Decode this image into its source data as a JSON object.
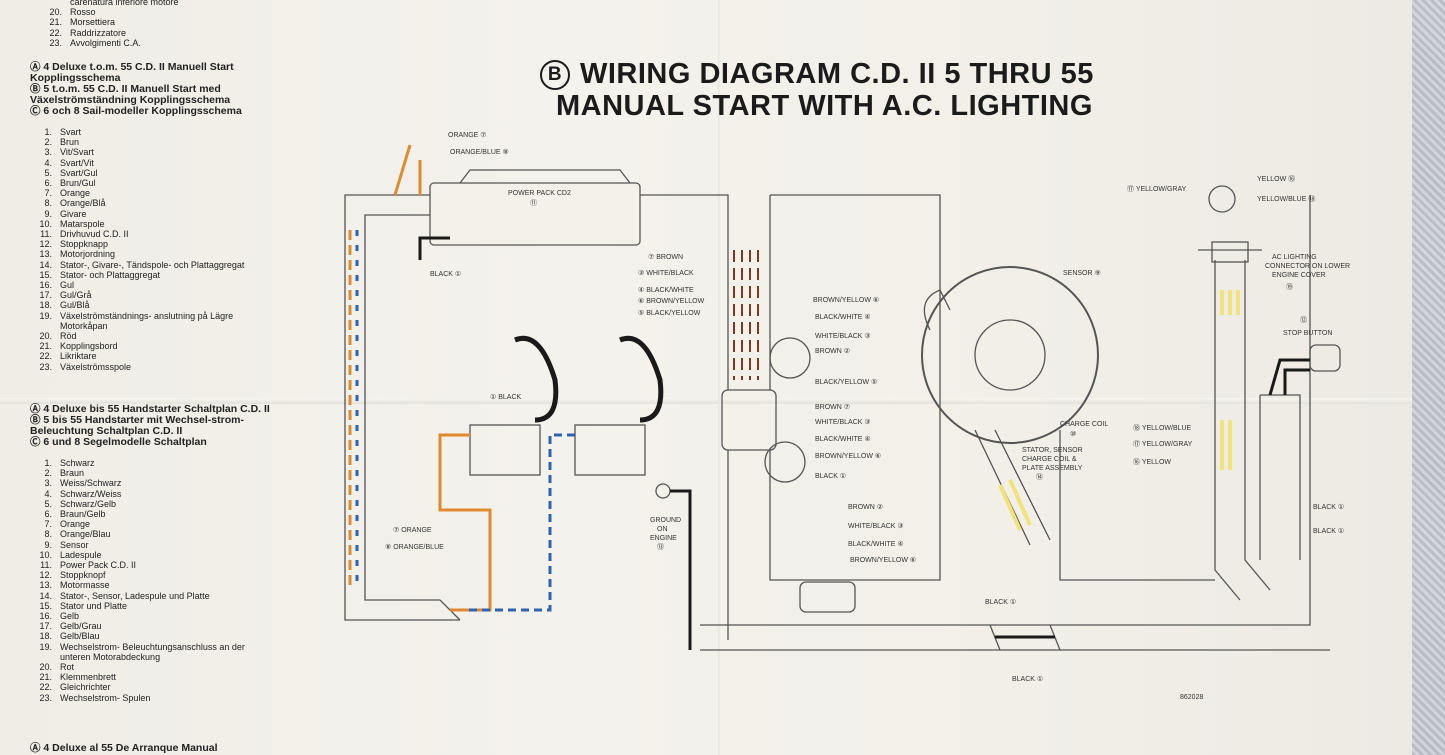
{
  "italian_tail": [
    "carenatura inferiore motore"
  ],
  "italian_items": [
    [
      "20.",
      "Rosso"
    ],
    [
      "21.",
      "Morsettiera"
    ],
    [
      "22.",
      "Raddrizzatore"
    ],
    [
      "23.",
      "Avvolgimenti C.A."
    ]
  ],
  "swedish": {
    "headers": [
      "Ⓐ 4 Deluxe t.o.m. 55 C.D. II Manuell Start Kopplingsschema",
      "Ⓑ 5 t.o.m. 55 C.D. II Manuell Start med Växelströmständning Kopplingsschema",
      "Ⓒ 6 och 8 Sail-modeller Kopplingsschema"
    ],
    "items": [
      [
        "1.",
        "Svart"
      ],
      [
        "2.",
        "Brun"
      ],
      [
        "3.",
        "Vit/Svart"
      ],
      [
        "4.",
        "Svart/Vit"
      ],
      [
        "5.",
        "Svart/Gul"
      ],
      [
        "6.",
        "Brun/Gul"
      ],
      [
        "7.",
        "Orange"
      ],
      [
        "8.",
        "Orange/Blå"
      ],
      [
        "9.",
        "Givare"
      ],
      [
        "10.",
        "Matarspole"
      ],
      [
        "11.",
        "Drivhuvud C.D. II"
      ],
      [
        "12.",
        "Stoppknapp"
      ],
      [
        "13.",
        "Motorjordning"
      ],
      [
        "14.",
        "Stator-, Givare-, Tändspole- och Plattaggregat"
      ],
      [
        "15.",
        "Stator- och Plattaggregat"
      ],
      [
        "16.",
        "Gul"
      ],
      [
        "17.",
        "Gul/Grå"
      ],
      [
        "18.",
        "Gul/Blå"
      ],
      [
        "19.",
        "Växelströmständnings- anslutning på Lägre",
        "Motorkåpan"
      ],
      [
        "20.",
        "Röd"
      ],
      [
        "21.",
        "Kopplingsbord"
      ],
      [
        "22.",
        "Likriktare"
      ],
      [
        "23.",
        "Växelströmsspole"
      ]
    ]
  },
  "german": {
    "headers": [
      "Ⓐ 4 Deluxe bis 55 Handstarter Schaltplan C.D. II",
      "Ⓑ 5 bis 55 Handstarter mit Wechsel-strom-Beleuchtung Schaltplan C.D. II",
      "Ⓒ 6 und 8 Segelmodelle Schaltplan"
    ],
    "items": [
      [
        "1.",
        "Schwarz"
      ],
      [
        "2.",
        "Braun"
      ],
      [
        "3.",
        "Weiss/Schwarz"
      ],
      [
        "4.",
        "Schwarz/Weiss"
      ],
      [
        "5.",
        "Schwarz/Gelb"
      ],
      [
        "6.",
        "Braun/Gelb"
      ],
      [
        "7.",
        "Orange"
      ],
      [
        "8.",
        "Orange/Blau"
      ],
      [
        "9.",
        "Sensor"
      ],
      [
        "10.",
        "Ladespule"
      ],
      [
        "11.",
        "Power Pack C.D. II"
      ],
      [
        "12.",
        "Stoppknopf"
      ],
      [
        "13.",
        "Motormasse"
      ],
      [
        "14.",
        "Stator-, Sensor, Ladespule und Platte"
      ],
      [
        "15.",
        "Stator und Platte"
      ],
      [
        "16.",
        "Gelb"
      ],
      [
        "17.",
        "Gelb/Grau"
      ],
      [
        "18.",
        "Gelb/Blau"
      ],
      [
        "19.",
        "Wechselstrom- Beleuchtungsanschluss an der",
        "unteren Motorabdeckung"
      ],
      [
        "20.",
        "Rot"
      ],
      [
        "21.",
        "Klemmenbrett"
      ],
      [
        "22.",
        "Gleichrichter"
      ],
      [
        "23.",
        "Wechselstrom- Spulen"
      ]
    ]
  },
  "spanish_header": "Ⓐ 4 Deluxe al 55 De Arranque Manual",
  "title": {
    "badge": "B",
    "line1": "WIRING DIAGRAM C.D. II 5 THRU 55",
    "line2": "MANUAL START WITH A.C. LIGHTING"
  },
  "diagram": {
    "labels": [
      "ORANGE ⑦",
      "ORANGE/BLUE ⑧",
      "POWER PACK CD2",
      "⑪",
      "BLACK ①",
      "⑦ BROWN",
      "③ WHITE/BLACK",
      "④ BLACK/WHITE",
      "⑥ BROWN/YELLOW",
      "⑤ BLACK/YELLOW",
      "BROWN/YELLOW ⑥",
      "BLACK/WHITE ④",
      "WHITE/BLACK ③",
      "BROWN ②",
      "BLACK/YELLOW ⑤",
      "① BLACK",
      "BROWN ⑦",
      "WHITE/BLACK ③",
      "BLACK/WHITE ④",
      "BROWN/YELLOW ⑥",
      "BLACK ①",
      "GROUND",
      "ON",
      "ENGINE",
      "⑬",
      "BROWN ②",
      "WHITE/BLACK ③",
      "BLACK/WHITE ④",
      "BROWN/YELLOW ⑥",
      "⑦ ORANGE",
      "⑧ ORANGE/BLUE",
      "SENSOR ⑨",
      "CHARGE COIL",
      "⑩",
      "STATOR, SENSOR",
      "CHARGE COIL &",
      "PLATE ASSEMBLY",
      "⑭",
      "⑰ YELLOW/GRAY",
      "YELLOW ⑯",
      "YELLOW/BLUE ⑱",
      "AC LIGHTING",
      "CONNECTOR ON LOWER",
      "ENGINE COVER",
      "⑲",
      "⑫",
      "STOP BUTTON",
      "⑱ YELLOW/BLUE",
      "⑰ YELLOW/GRAY",
      "⑯ YELLOW",
      "BLACK ①",
      "BLACK ①",
      "BLACK ①",
      "BLACK ①",
      "862028"
    ],
    "wire_colors": {
      "black": "#1a1a1a",
      "brown": "#7a3b22",
      "orange": "#e08a2e",
      "blue": "#2f62b0",
      "yellow": "#f2e27a",
      "outline": "#555555"
    }
  }
}
